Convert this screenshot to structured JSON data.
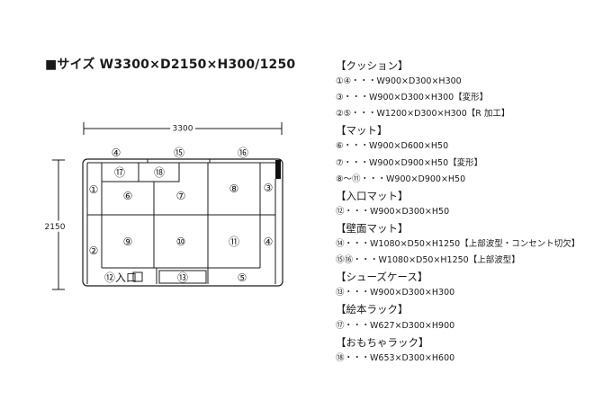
{
  "title": "■サイズ W3300×D2150×H300/1250",
  "dimensions": {
    "width": "3300",
    "depth": "2150"
  },
  "cells": {
    "c4": "④",
    "c15": "⑮",
    "c16": "⑯",
    "c17": "⑰",
    "c18": "⑱",
    "c1": "①",
    "c3": "③",
    "c6": "⑥",
    "c7": "⑦",
    "c8": "⑧",
    "c2": "②",
    "c4r": "④",
    "c9": "⑨",
    "c10": "⑩",
    "c11": "⑪",
    "c12": "⑫入口",
    "c13": "⑬",
    "c5": "⑤"
  },
  "specs": [
    {
      "kind": "cat",
      "text": "【クッション】"
    },
    {
      "kind": "item",
      "text": "①④・・・W900×D300×H300"
    },
    {
      "kind": "item",
      "text": "③・・・W900×D300×H300【変形】"
    },
    {
      "kind": "item",
      "text": "②⑤・・・W1200×D300×H300【R 加工】"
    },
    {
      "kind": "cat",
      "text": "【マット】"
    },
    {
      "kind": "item",
      "text": "⑥・・・W900×D600×H50"
    },
    {
      "kind": "item",
      "text": "⑦・・・W900×D900×H50【変形】"
    },
    {
      "kind": "item",
      "text": "⑧～⑪・・・W900×D900×H50"
    },
    {
      "kind": "cat",
      "text": "【入口マット】"
    },
    {
      "kind": "item",
      "text": "⑫・・・W900×D300×H50"
    },
    {
      "kind": "cat",
      "text": "【壁面マット】"
    },
    {
      "kind": "item",
      "text": "⑭・・・W1080×D50×H1250【上部波型・コンセント切欠】"
    },
    {
      "kind": "item",
      "text": "⑮⑯・・・W1080×D50×H1250【上部波型】"
    },
    {
      "kind": "cat",
      "text": "【シューズケース】"
    },
    {
      "kind": "item",
      "text": "⑬・・・W900×D300×H300"
    },
    {
      "kind": "cat",
      "text": "【絵本ラック】"
    },
    {
      "kind": "item",
      "text": "⑰・・・W627×D300×H900"
    },
    {
      "kind": "cat",
      "text": "【おもちゃラック】"
    },
    {
      "kind": "item",
      "text": "⑱・・・W653×D300×H600"
    }
  ]
}
